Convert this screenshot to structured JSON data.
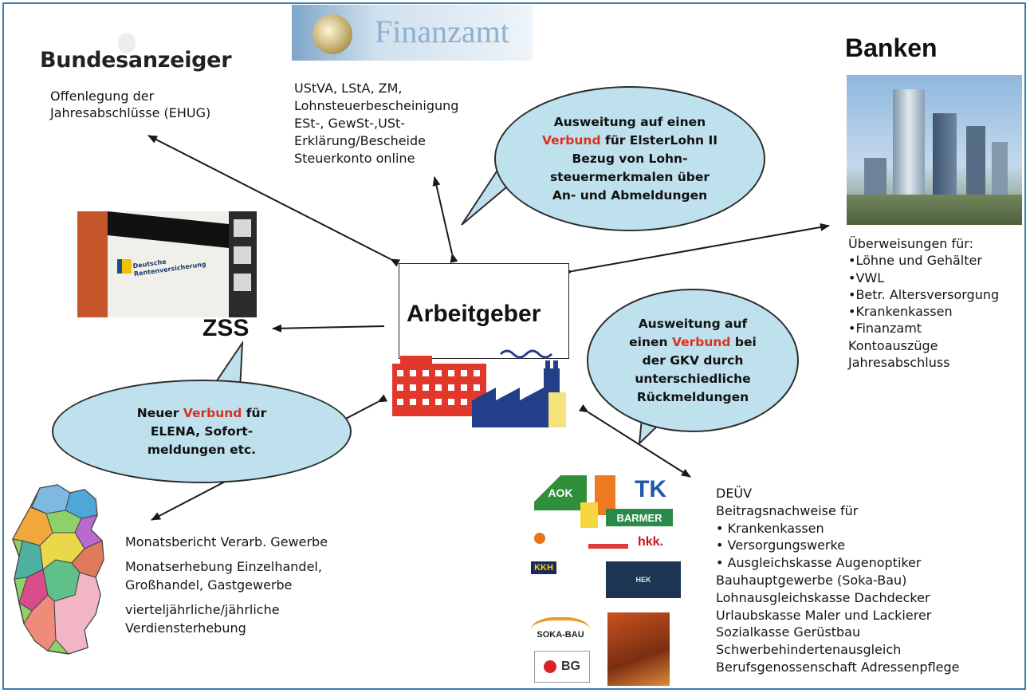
{
  "nodes": {
    "bundesanzeiger": {
      "logo_text": "Bundesanzeiger",
      "lines": [
        "Offenlegung der",
        "Jahresabschlüsse (EHUG)"
      ]
    },
    "finanzamt": {
      "logo_text": "Finanzamt",
      "lines": [
        "UStVA, LStA, ZM,",
        "Lohnsteuerbescheinigung",
        "ESt-, GewSt-,USt-",
        "Erklärung/Bescheide",
        "Steuerkonto online"
      ]
    },
    "banken": {
      "title": "Banken",
      "lines": [
        "Überweisungen für:",
        "•Löhne und Gehälter",
        "•VWL",
        "•Betr. Altersversorgung",
        "•Krankenkassen",
        "•Finanzamt",
        "Kontoauszüge",
        "Jahresabschluss"
      ]
    },
    "drv": {
      "sign_text": [
        "Deutsche",
        "Rentenversicherung"
      ]
    },
    "zss": {
      "label": "ZSS"
    },
    "arbeitgeber": {
      "label": "Arbeitgeber"
    },
    "statistik": {
      "lines": [
        "Monatsbericht Verarb. Gewerbe",
        "",
        "Monatserhebung Einzelhandel,",
        "Großhandel, Gastgewerbe",
        "",
        "vierteljährliche/jährliche",
        "Verdiensterhebung"
      ]
    },
    "kassen": {
      "lines": [
        "DEÜV",
        "Beitragsnachweise für",
        "• Krankenkassen",
        "• Versorgungswerke",
        "• Ausgleichskasse Augenoptiker",
        "Bauhauptgewerbe (Soka-Bau)",
        "Lohnausgleichskasse Dachdecker",
        "Urlaubskasse Maler und Lackierer",
        "Sozialkasse Gerüstbau",
        "Schwerbehindertenausgleich",
        "Berufsgenossenschaft Adressenpflege"
      ],
      "logos": [
        "AOK",
        "TK",
        "BARMER",
        "hkk.",
        "KKH",
        "HEK",
        "SOKA-BAU",
        "BG"
      ]
    }
  },
  "bubbles": {
    "elster": {
      "lines": [
        [
          "Ausweitung auf einen"
        ],
        [
          "Verbund",
          " für ElsterLohn II"
        ],
        [
          "Bezug von Lohn-"
        ],
        [
          "steuermerkmalen über"
        ],
        [
          "An- und Abmeldungen"
        ]
      ]
    },
    "gkv": {
      "lines": [
        [
          "Ausweitung auf"
        ],
        [
          "einen ",
          "Verbund",
          " bei"
        ],
        [
          "der GKV durch"
        ],
        [
          "unterschiedliche"
        ],
        [
          "Rückmeldungen"
        ]
      ]
    },
    "elena": {
      "lines": [
        [
          "Neuer ",
          "Verbund",
          " für"
        ],
        [
          "ELENA, Sofort-"
        ],
        [
          "meldungen etc."
        ]
      ]
    }
  },
  "colors": {
    "frame": "#3a7fb0",
    "bubble_fill": "#bfe1ee",
    "highlight": "#d8321e",
    "arrow": "#1a1a1a"
  }
}
